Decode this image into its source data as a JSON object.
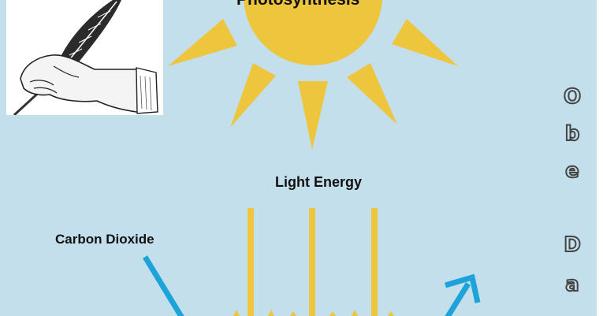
{
  "diagram": {
    "title": "Photosynthesis",
    "light_label": "Light Energy",
    "co2_label": "Carbon Dioxide",
    "side_letters": [
      "O",
      "b",
      "e",
      "D",
      "a"
    ]
  },
  "colors": {
    "background": "#c3dfeb",
    "sun": "#edc63e",
    "ray": "#edc63e",
    "arrow": "#1ca3d9",
    "text": "#111111"
  },
  "icons": {
    "quill": "quill-pen-in-hand-icon",
    "sun": "sun-icon"
  }
}
